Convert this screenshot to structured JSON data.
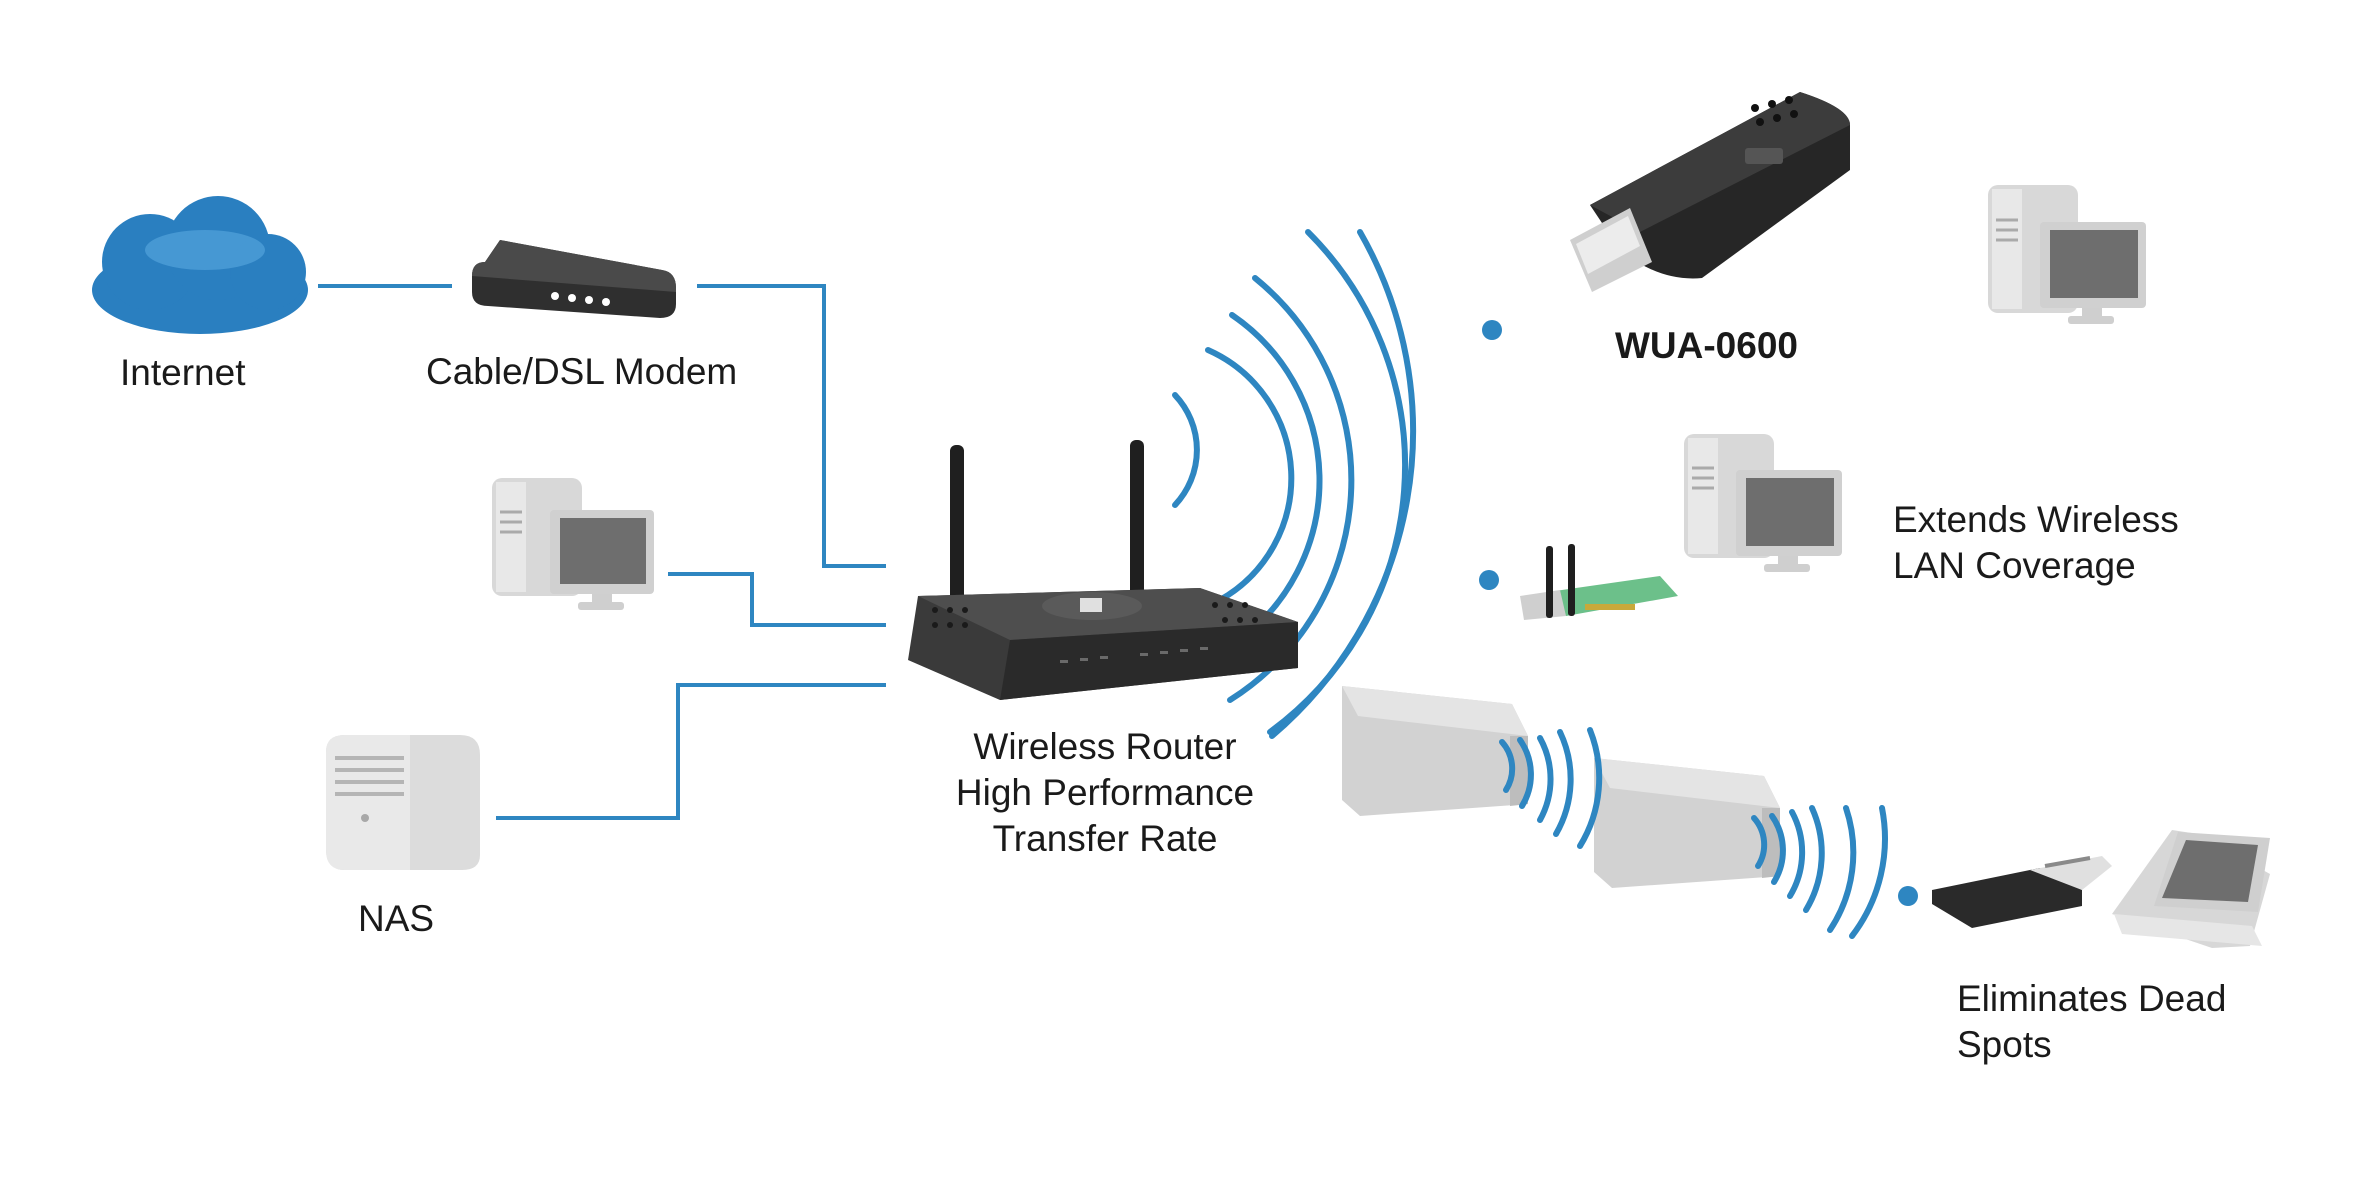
{
  "colors": {
    "link": "#2e86c1",
    "cloud": "#2a7fc0",
    "device_dark": "#2b2b2b",
    "device_light": "#d9d9d9",
    "card_green": "#6cc08a",
    "screen": "#6e6e6e"
  },
  "labels": {
    "internet": "Internet",
    "modem": "Cable/DSL Modem",
    "nas": "NAS",
    "router": [
      "Wireless Router",
      "High Performance",
      "Transfer Rate"
    ],
    "adapter": "WUA-0600",
    "extends": [
      "Extends Wireless",
      "LAN Coverage"
    ],
    "dead_spots": [
      "Eliminates Dead",
      "Spots"
    ]
  },
  "icons": {
    "internet": "cloud-icon",
    "modem": "modem-icon",
    "pc": "desktop-pc-icon",
    "nas": "nas-icon",
    "router": "router-icon",
    "adapter": "usb-adapter-icon",
    "card": "pci-card-icon",
    "repeater": "repeater-icon",
    "laptop": "laptop-icon"
  }
}
